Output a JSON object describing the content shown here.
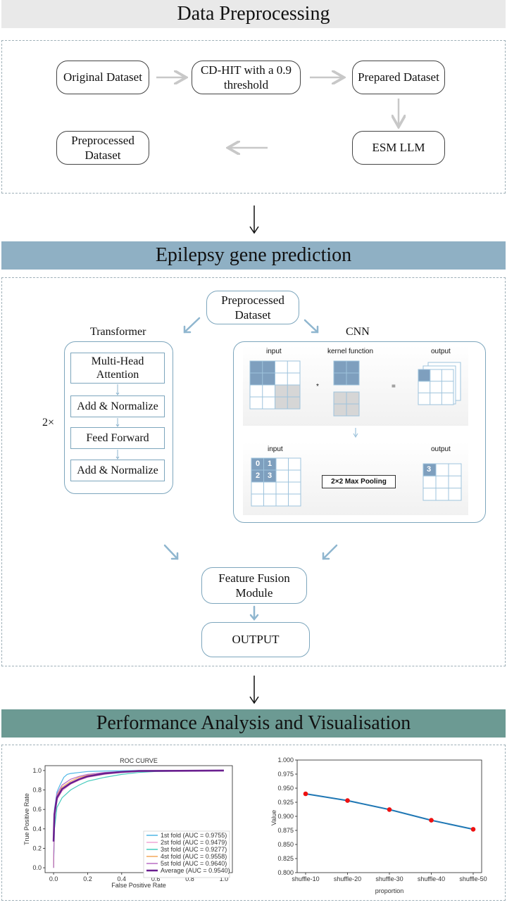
{
  "sections": {
    "preprocessing": {
      "title": "Data Preprocessing",
      "nodes": {
        "original": "Original Dataset",
        "cdhit": "CD-HIT with a 0.9 threshold",
        "prepared": "Prepared Dataset",
        "esm": "ESM LLM",
        "preprocessed": "Preprocessed Dataset"
      },
      "colors": {
        "banner": "#e9e9e9"
      }
    },
    "prediction": {
      "title": "Epilepsy gene prediction",
      "input_node": "Preprocessed Dataset",
      "transformer": {
        "label": "Transformer",
        "repeat": "2×",
        "blocks": [
          "Multi-Head Attention",
          "Add & Normalize",
          "Feed Forward",
          "Add & Normalize"
        ]
      },
      "cnn": {
        "label": "CNN",
        "conv": {
          "input": "input",
          "kernel": "kernel function",
          "output": "output",
          "times": "*",
          "equals": "="
        },
        "pool": {
          "input": "input",
          "output": "output",
          "op": "2×2 Max Pooling",
          "input_cells": [
            "0",
            "1",
            "2",
            "3"
          ],
          "output_cell": "3"
        }
      },
      "fusion": "Feature Fusion Module",
      "output": "OUTPUT",
      "colors": {
        "banner": "#8fb0c4"
      }
    },
    "performance": {
      "title": "Performance Analysis and Visualisation",
      "colors": {
        "banner": "#6c9a93"
      }
    }
  },
  "chart_data": [
    {
      "type": "line",
      "title": "ROC CURVE",
      "xlabel": "False Positive Rate",
      "ylabel": "True Positive Rate",
      "xlim": [
        0.0,
        1.0
      ],
      "ylim": [
        0.0,
        1.0
      ],
      "xticks": [
        "0.0",
        "0.2",
        "0.4",
        "0.6",
        "0.8",
        "1.0"
      ],
      "yticks": [
        "0.0",
        "0.2",
        "0.4",
        "0.6",
        "0.8",
        "1.0"
      ],
      "legend_position": "bottom-right",
      "series": [
        {
          "name": "1st fold (AUC = 0.9755)",
          "color": "#4fb6e6",
          "x": [
            0,
            0.005,
            0.02,
            0.04,
            0.06,
            0.08,
            0.1,
            0.15,
            0.2,
            0.3,
            0.5,
            1.0
          ],
          "y": [
            0,
            0.6,
            0.78,
            0.86,
            0.93,
            0.96,
            0.97,
            0.98,
            0.99,
            0.995,
            1.0,
            1.0
          ]
        },
        {
          "name": "2st fold (AUC = 0.9479)",
          "color": "#f0a6d6",
          "x": [
            0,
            0.005,
            0.02,
            0.05,
            0.1,
            0.15,
            0.2,
            0.3,
            0.4,
            0.5,
            1.0
          ],
          "y": [
            0,
            0.5,
            0.7,
            0.79,
            0.86,
            0.9,
            0.93,
            0.96,
            0.98,
            0.99,
            1.0
          ]
        },
        {
          "name": "3st fold (AUC = 0.9277)",
          "color": "#46cbbd",
          "x": [
            0,
            0.005,
            0.02,
            0.05,
            0.1,
            0.15,
            0.2,
            0.3,
            0.4,
            0.5,
            0.6,
            1.0
          ],
          "y": [
            0,
            0.4,
            0.62,
            0.72,
            0.8,
            0.85,
            0.89,
            0.93,
            0.96,
            0.98,
            0.99,
            1.0
          ]
        },
        {
          "name": "4st fold (AUC = 0.9558)",
          "color": "#f3a95a",
          "x": [
            0,
            0.005,
            0.02,
            0.05,
            0.1,
            0.15,
            0.2,
            0.3,
            0.4,
            0.5,
            1.0
          ],
          "y": [
            0,
            0.55,
            0.74,
            0.83,
            0.89,
            0.93,
            0.95,
            0.97,
            0.985,
            0.995,
            1.0
          ]
        },
        {
          "name": "5st fold (AUC = 0.9640)",
          "color": "#b86cc4",
          "x": [
            0,
            0.005,
            0.02,
            0.05,
            0.1,
            0.15,
            0.2,
            0.3,
            0.4,
            0.5,
            1.0
          ],
          "y": [
            0,
            0.58,
            0.76,
            0.85,
            0.91,
            0.94,
            0.96,
            0.98,
            0.99,
            0.995,
            1.0
          ]
        },
        {
          "name": "Average (AUC = 0.9540)",
          "color": "#6a1f8f",
          "bold": true,
          "x": [
            0,
            0.005,
            0.02,
            0.05,
            0.1,
            0.15,
            0.2,
            0.3,
            0.4,
            0.5,
            1.0
          ],
          "y": [
            0.27,
            0.55,
            0.72,
            0.81,
            0.87,
            0.91,
            0.94,
            0.97,
            0.985,
            0.995,
            1.0
          ]
        }
      ]
    },
    {
      "type": "line",
      "title": "",
      "xlabel": "proportion",
      "ylabel": "Value",
      "ylim": [
        0.8,
        1.0
      ],
      "yticks": [
        "0.800",
        "0.825",
        "0.850",
        "0.875",
        "0.900",
        "0.925",
        "0.950",
        "0.975",
        "1.000"
      ],
      "categories": [
        "shuffle-10",
        "shuffle-20",
        "shuffle-30",
        "shuffle-40",
        "shuffle-50"
      ],
      "series": [
        {
          "name": "",
          "line_color": "#1f77b4",
          "marker_color": "#ee1111",
          "values": [
            0.94,
            0.928,
            0.912,
            0.893,
            0.877
          ]
        }
      ]
    }
  ]
}
